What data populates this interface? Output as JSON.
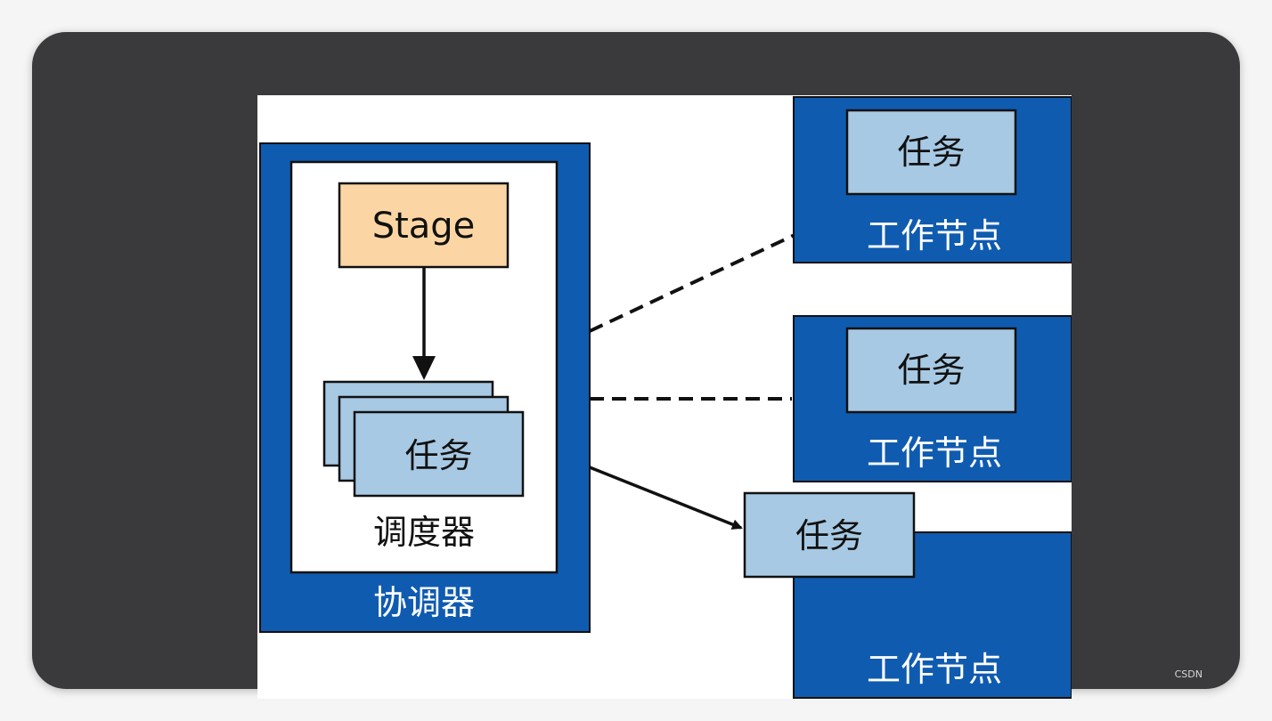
{
  "diagram": {
    "coordinator": {
      "label": "协调器",
      "scheduler_label": "调度器",
      "stage_label": "Stage",
      "task_stack_label": "任务"
    },
    "worker_nodes": [
      {
        "label": "工作节点",
        "task_label": "任务",
        "connection": "dashed"
      },
      {
        "label": "工作节点",
        "task_label": "任务",
        "connection": "dashed"
      },
      {
        "label": "工作节点",
        "task_label": "任务",
        "connection": "arrow"
      }
    ],
    "colors": {
      "node_blue": "#0f5bb0",
      "task_light_blue": "#a7c9e3",
      "stage_orange": "#fbd6a4",
      "frame_dark": "#3a3a3c"
    }
  },
  "watermark": "CSDN"
}
